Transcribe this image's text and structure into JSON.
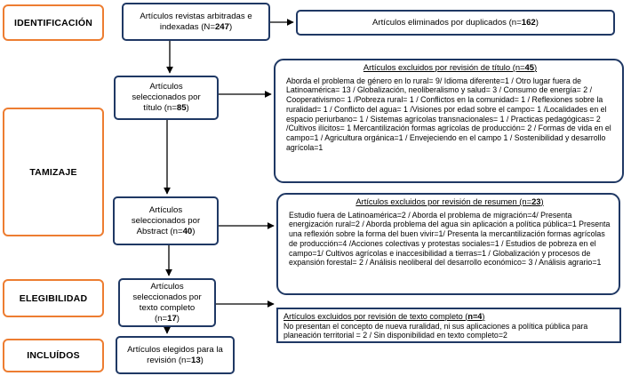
{
  "stages": {
    "identificacion": "IDENTIFICACIÓN",
    "tamizaje": "TAMIZAJE",
    "elegibilidad": "ELEGIBILIDAD",
    "incluidos": "INCLUÍDOS"
  },
  "flow": {
    "articulos_revistas": {
      "text": "Artículos revistas arbitradas e indexadas (N=",
      "count": "247",
      "suffix": ")"
    },
    "seleccion_titulo": {
      "text": "Artículos seleccionados por título (n=",
      "count": "85",
      "suffix": ")"
    },
    "seleccion_abstract": {
      "text": "Artículos seleccionados por Abstract (n=",
      "count": "40",
      "suffix": ")"
    },
    "seleccion_texto": {
      "text": "Artículos seleccionados por texto completo (n=",
      "count": "17",
      "suffix": ")"
    },
    "elegidos": {
      "text": "Artículos elegidos para la revisión (n=",
      "count": "13",
      "suffix": ")"
    }
  },
  "exclusions": {
    "duplicados": {
      "text": "Artículos eliminados por duplicados (n=",
      "count": "162",
      "suffix": ")"
    },
    "titulo": {
      "title": "Artículos excluidos por revisión de título (n=",
      "count": "45",
      "suffix": ")",
      "body": "Aborda el problema de género en lo rural= 9/ Idioma diferente=1 / Otro lugar fuera de Latinoamérica= 13 / Globalización, neoliberalismo y salud= 3 / Consumo de energía= 2 / Cooperativismo= 1 /Pobreza rural= 1 / Conflictos en la comunidad= 1 / Reflexiones sobre la ruralidad= 1 / Conflicto del agua= 1 /Visiones por edad sobre el campo= 1 /Localidades en el espacio periurbano= 1 / Sistemas agrícolas transnacionales= 1 / Practicas pedagógicas= 2 /Cultivos ilícitos= 1 Mercantilización formas agrícolas de producción= 2 / Formas de vida en el campo=1 / Agricultura orgánica=1 / Envejeciendo en el campo 1 / Sostenibilidad y desarrollo agrícola=1"
    },
    "resumen": {
      "title": "Artículos excluidos por revisión de resumen (n=",
      "count": "23",
      "suffix": ")",
      "body": "Estudio fuera de Latinoamérica=2 / Aborda el problema de migración=4/ Presenta energización rural=2 / Aborda problema del agua sin aplicación a política pública=1 Presenta una reflexión sobre la forma del buen vivir=1/ Presenta la mercantilización formas agrícolas de producción=4 /Acciones colectivas y protestas sociales=1 / Estudios de pobreza en el campo=1/ Cultivos agrícolas e inaccesibilidad a tierras=1 / Globalización y procesos de expansión forestal= 2 / Análisis neoliberal del desarrollo económico= 3 / Análisis agrario=1"
    },
    "texto_completo": {
      "title": "Artículos excluidos por revisión de texto completo (",
      "count": "n=4",
      "suffix": ")",
      "body": "No presentan el concepto de nueva ruralidad, ni sus aplicaciones a política pública para planeación territorial = 2 / Sin disponibilidad en texto completo=2"
    }
  },
  "colors": {
    "flow_border": "#1f3864",
    "stage_border": "#ed7d31",
    "arrow": "#000000"
  }
}
